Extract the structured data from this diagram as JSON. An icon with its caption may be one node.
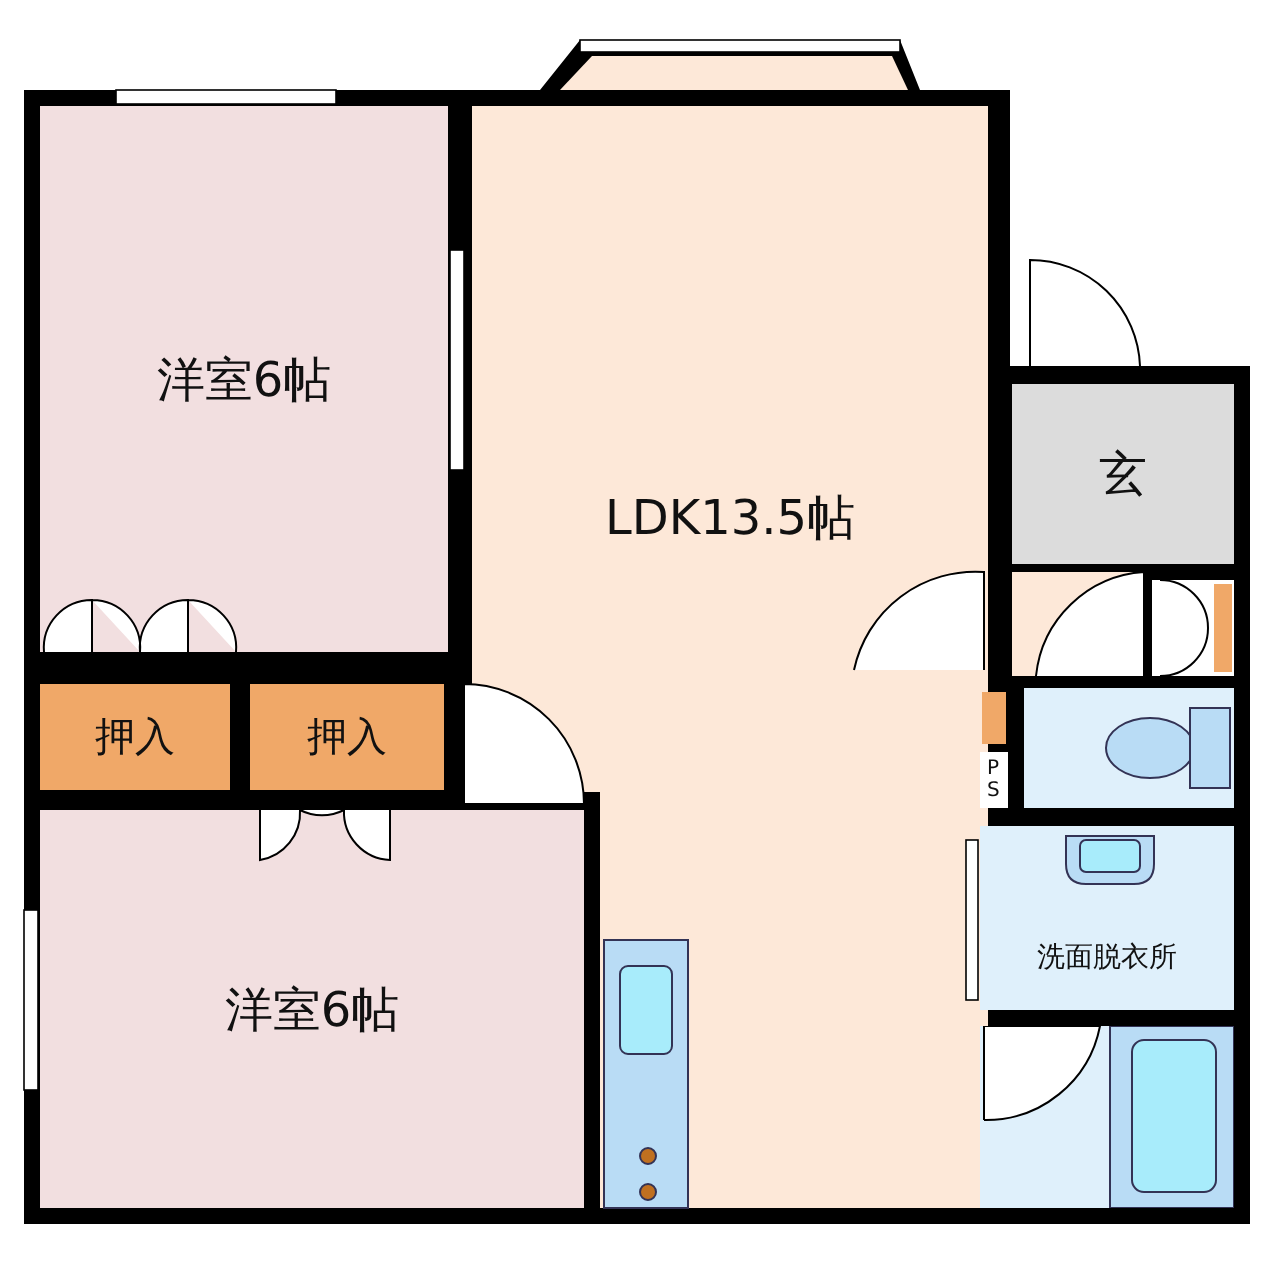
{
  "diagram": {
    "nodes": [
      {
        "text": [
          "洋室6帖"
        ]
      },
      {
        "text": [
          "LDK13.5帖"
        ]
      },
      {
        "text": [
          "玄"
        ]
      },
      {
        "text": [
          "押入"
        ]
      },
      {
        "text": [
          "押入"
        ]
      },
      {
        "text": [
          "洋室6帖"
        ]
      },
      {
        "text": [
          "PS"
        ]
      },
      {
        "text": [],
        "shape": "box"
      },
      {
        "text": [
          "洗面脱衣所"
        ]
      },
      {
        "text": [],
        "shape": "box"
      }
    ]
  }
}
